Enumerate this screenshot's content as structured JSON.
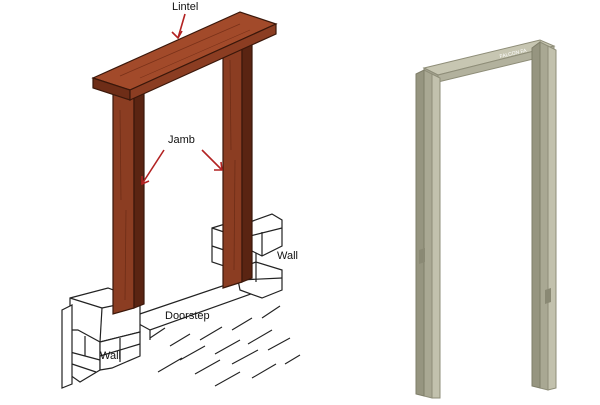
{
  "labels": {
    "lintel": "Lintel",
    "jamb": "Jamb",
    "wall_right": "Wall",
    "wall_left": "Wall",
    "doorstep": "Doorstep"
  },
  "frame_marking": "FALCON FA",
  "colors": {
    "arrow": "#b22222",
    "wood": "#8b3d22",
    "wood_dark": "#5a2412",
    "steel": "#b9b8a3",
    "steel_dark": "#8e8d78",
    "line": "#222222"
  }
}
